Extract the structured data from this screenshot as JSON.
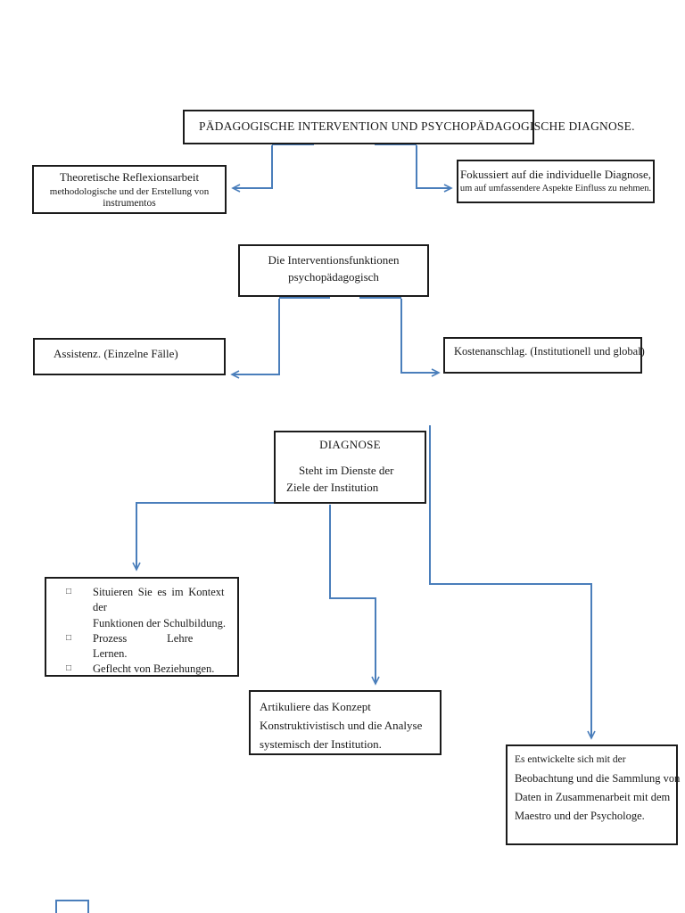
{
  "accent_color": "#4a7ebb",
  "nodes": {
    "title": {
      "text": "PÄDAGOGISCHE INTERVENTION UND PSYCHOPÄDAGOGISCHE DIAGNOSE."
    },
    "theoretische": {
      "line1": "Theoretische Reflexionsarbeit",
      "line2": "methodologische und der Erstellung von",
      "line3": "instrumentos"
    },
    "fokussiert": {
      "line1": "Fokussiert auf die individuelle Diagnose,",
      "line2": "um auf umfassendere Aspekte Einfluss zu nehmen."
    },
    "interventionen": {
      "line1": "Die Interventionsfunktionen",
      "line2": "psychopädagogisch"
    },
    "assistenz": {
      "text": "Assistenz. (Einzelne Fälle)"
    },
    "kostenanschlag": {
      "text": "Kostenanschlag. (Institutionell und global)"
    },
    "diagnose": {
      "title": "DIAGNOSE",
      "line1": "Steht im Dienste der",
      "line2": "Ziele der Institution"
    },
    "kontext_liste": {
      "bullet_glyph": "□",
      "items": [
        {
          "line1": "Situieren Sie es im Kontext der",
          "line2": "Funktionen der Schulbildung."
        },
        {
          "word1": "Prozess",
          "word2": "Lehre",
          "line2": "Lernen."
        },
        {
          "line1": "Geflecht von Beziehungen."
        }
      ]
    },
    "artikuliere": {
      "line1": "Artikuliere das Konzept",
      "line2": "Konstruktivistisch und die Analyse",
      "line3": "systemisch der Institution."
    },
    "entwickelte": {
      "line1": "Es entwickelte sich mit der",
      "line2": "Beobachtung und die Sammlung von",
      "line3": "Daten in Zusammenarbeit mit dem",
      "line4": "Maestro und der Psychologe."
    }
  }
}
